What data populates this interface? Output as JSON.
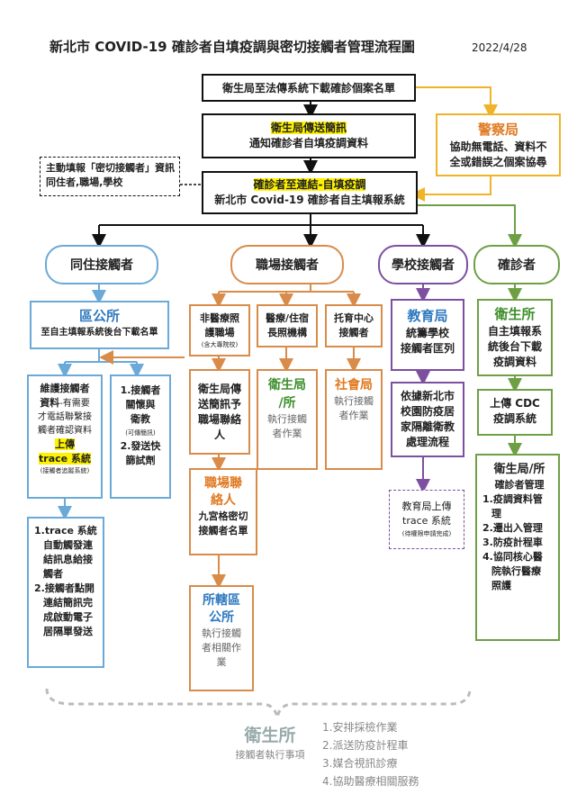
{
  "header": {
    "title": "新北市 COVID-19 確診者自填疫調與密切接觸者管理流程圖",
    "date": "2022/4/28"
  },
  "top": {
    "box1": "衛生局至法傳系統下載確診個案名單",
    "box2_title": "衛生局傳送簡訊",
    "box2_sub": "通知確診者自填疫調資料",
    "box3_title": "確診者至連結-自填疫調",
    "box3_sub": "新北市 Covid-19 確診者自主填報系統",
    "police_title": "警察局",
    "police_text": [
      "協助無電話、資料不",
      "全或錯誤之個案協尋"
    ],
    "note": [
      "主動填報「密切接觸者」資訊",
      "同住者,職場,學校"
    ]
  },
  "categories": {
    "household": "同住接觸者",
    "workplace": "職場接觸者",
    "school": "學校接觸者",
    "confirmed": "確診者"
  },
  "household": {
    "district_title": "區公所",
    "district_sub": "至自主填報系統後台下載名單",
    "maintain": {
      "l1": "維護接觸者",
      "l2a": "資料",
      "l2b": "-有需要",
      "l3": "才電話聯繫接",
      "l4": "觸者確認資料",
      "l5": "上傳",
      "l6": "trace 系統",
      "l7": "(接觸者追蹤系統)"
    },
    "care": {
      "l1": "1.接觸者",
      "l2": "關懷與",
      "l3": "衛教",
      "l4": "(可傳簡訊)",
      "l5": "2.發送快",
      "l6": "篩試劑"
    },
    "trace": [
      "1.trace 系統",
      "自動觸發連",
      "結訊息給接",
      "觸者",
      "2.接觸者點開",
      "連結簡訊完",
      "成啟動電子",
      "居隔單發送"
    ]
  },
  "workplace": {
    "nonmed": {
      "l1": "非醫療照",
      "l2": "護職場",
      "l3": "(含大專院校)"
    },
    "med": [
      "醫療/住宿",
      "長照機構"
    ],
    "daycare": [
      "托育中心",
      "接觸者"
    ],
    "sms": [
      "衛生局傳",
      "送簡訊予",
      "職場聯絡",
      "人"
    ],
    "health_title": "衛生局",
    "health_title2": "/所",
    "health_text": [
      "執行接觸",
      "者作業"
    ],
    "social_title": "社會局",
    "social_text": [
      "執行接觸",
      "者作業"
    ],
    "contact_title": [
      "職場聯",
      "絡人"
    ],
    "contact_text": [
      "九宮格密切",
      "接觸者名單"
    ],
    "district_title": [
      "所轄區",
      "公所"
    ],
    "district_text": [
      "執行接觸",
      "者相關作",
      "業"
    ]
  },
  "school": {
    "edu_title": "教育局",
    "edu_text": [
      "統籌學校",
      "接觸者匡列"
    ],
    "rule": [
      "依據新北市",
      "校園防疫居",
      "家隔離衛教",
      "處理流程"
    ],
    "upload": [
      "教育局上傳",
      "trace 系統"
    ],
    "upload_note": "(待權限申請完成)"
  },
  "confirmed": {
    "hs_title": "衛生所",
    "hs_text": [
      "自主填報系",
      "統後台下載",
      "疫調資料"
    ],
    "cdc": [
      "上傳 CDC",
      "疫調系統"
    ],
    "mgmt_title": "衛生局/所",
    "mgmt_sub": "確診者管理",
    "mgmt_items": [
      "1.疫調資料管",
      "理",
      "2.遷出入管理",
      "3.防疫計程車",
      "4.協同核心醫",
      "院執行醫療",
      "照護"
    ]
  },
  "footer": {
    "title": "衛生所",
    "subtitle": "接觸者執行事項",
    "items": [
      "1.安排採檢作業",
      "2.派送防疫計程車",
      "3.媒合視訊診療",
      "4.協助醫療相關服務"
    ]
  },
  "colors": {
    "yellow": "#f0b429",
    "blue": "#6aa9d8",
    "orange": "#d98b4a",
    "purple": "#7d4fa0",
    "green": "#6e9f45",
    "highlight": "#fff200"
  }
}
